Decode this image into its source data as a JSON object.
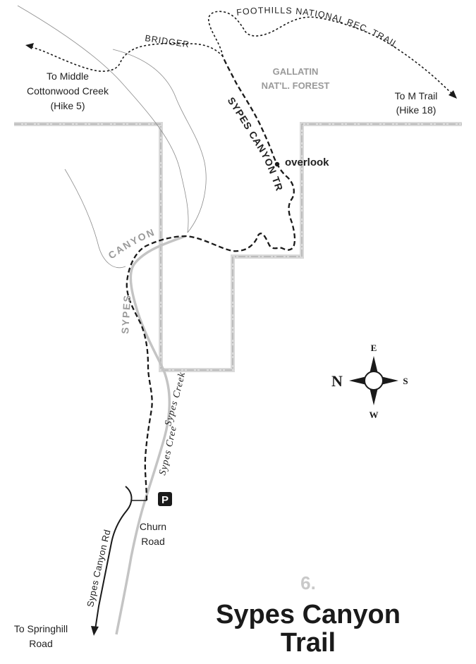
{
  "map": {
    "hike_number": "6.",
    "title_line1": "Sypes Canyon",
    "title_line2": "Trail",
    "labels": {
      "bridger": "BRIDGER",
      "foothills": "FOOTHILLS NATIONAL REC. TRAIL",
      "gallatin_1": "GALLATIN",
      "gallatin_2": "NAT'L. FOREST",
      "middle_1": "To Middle",
      "middle_2": "Cottonwood Creek",
      "middle_3": "(Hike 5)",
      "mtrail_1": "To M Trail",
      "mtrail_2": "(Hike 18)",
      "sypes_canyon_tr": "SYPES CANYON TR",
      "overlook": "overlook",
      "canyon": "CANYON",
      "sypes": "SYPES",
      "sypes_creek_upper": "Sypes Creek",
      "sypes_creek_lower": "Sypes Creek",
      "sypes_canyon_rd": "Sypes Canyon Rd",
      "churn_1": "Churn",
      "churn_2": "Road",
      "springhill_1": "To Springhill",
      "springhill_2": "Road",
      "parking": "P"
    },
    "compass": {
      "north": "N",
      "east": "E",
      "south": "S",
      "west": "W"
    },
    "colors": {
      "trail": "#1a1a1a",
      "creek": "#c4c4c4",
      "boundary": "#bdbdbd",
      "grey_text": "#9a9a9a",
      "title": "#1a1a1a"
    }
  }
}
